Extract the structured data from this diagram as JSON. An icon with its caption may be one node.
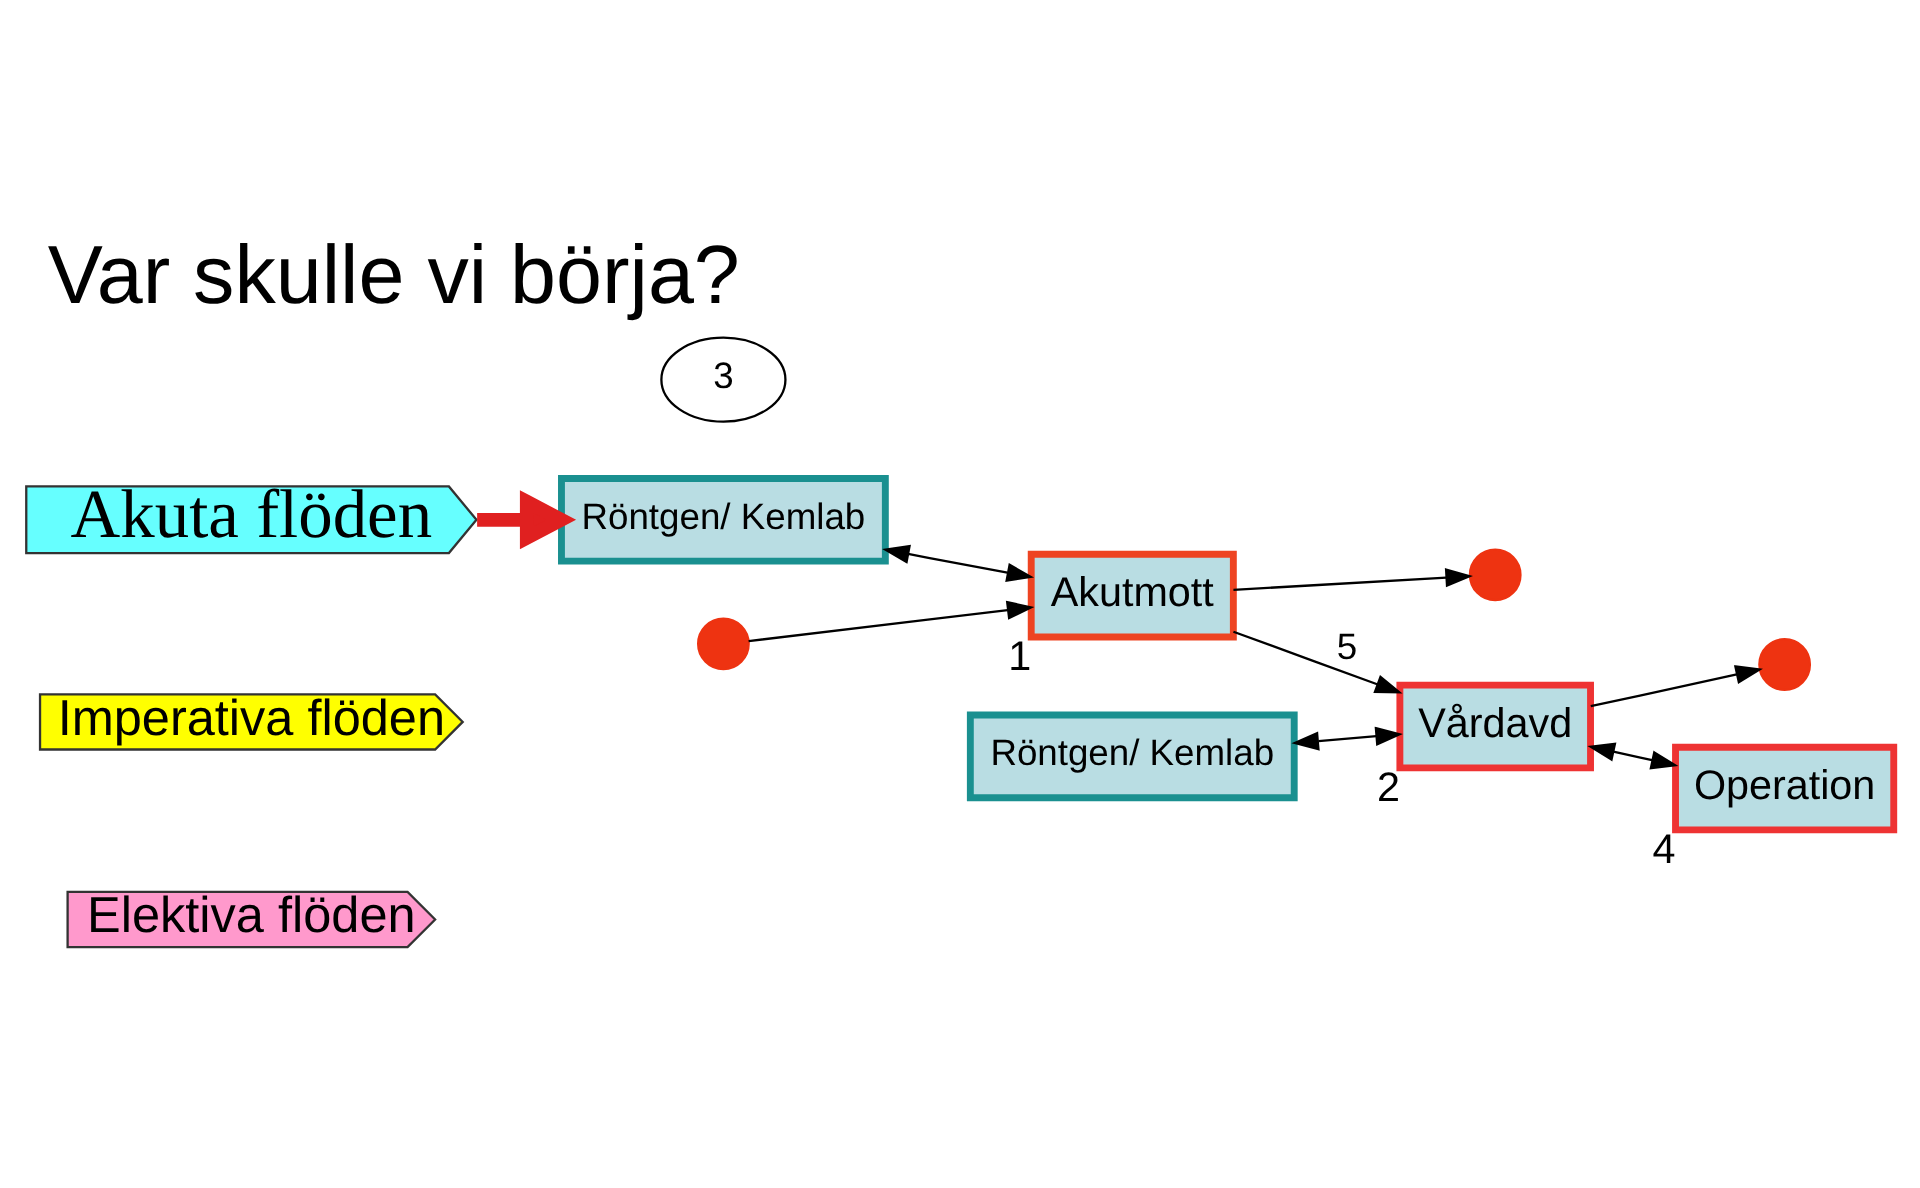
{
  "diagram": {
    "title": "Var skulle vi börja?",
    "nodes": [
      {
        "text": [
          "Akuta flöden"
        ]
      },
      {
        "text": [
          "Imperativa flöden"
        ]
      },
      {
        "text": [
          "Elektiva flöden"
        ]
      },
      {
        "text": [
          "Röntgen/ Kemlab"
        ]
      },
      {
        "text": [
          "Röntgen/ Kemlab"
        ]
      },
      {
        "text": [],
        "shape": "circle"
      },
      {
        "text": [
          "Akutmott"
        ],
        "beside": [
          "1"
        ]
      },
      {
        "text": [
          "Vårdavd"
        ],
        "beside": [
          "2"
        ]
      },
      {
        "text": [],
        "shape": "circle"
      },
      {
        "text": [],
        "shape": "circle"
      },
      {
        "text": [
          "Operation"
        ],
        "beside": [
          "4"
        ]
      }
    ],
    "edges": [
      {
        "from": 0,
        "to": 3,
        "arrow": "to",
        "style": "thick",
        "color": "#e02020"
      },
      {
        "from": 3,
        "to": 6,
        "arrow": "both"
      },
      {
        "from": 5,
        "to": 6,
        "arrow": "to"
      },
      {
        "from": 6,
        "to": 7,
        "arrow": "to",
        "label": "5"
      },
      {
        "from": 7,
        "to": 8,
        "arrow": "to"
      },
      {
        "from": 6,
        "to": 9,
        "arrow": "to"
      },
      {
        "from": 4,
        "to": 7,
        "arrow": "both"
      },
      {
        "from": 7,
        "to": 10,
        "arrow": "both"
      }
    ],
    "labels": [
      "3"
    ]
  }
}
